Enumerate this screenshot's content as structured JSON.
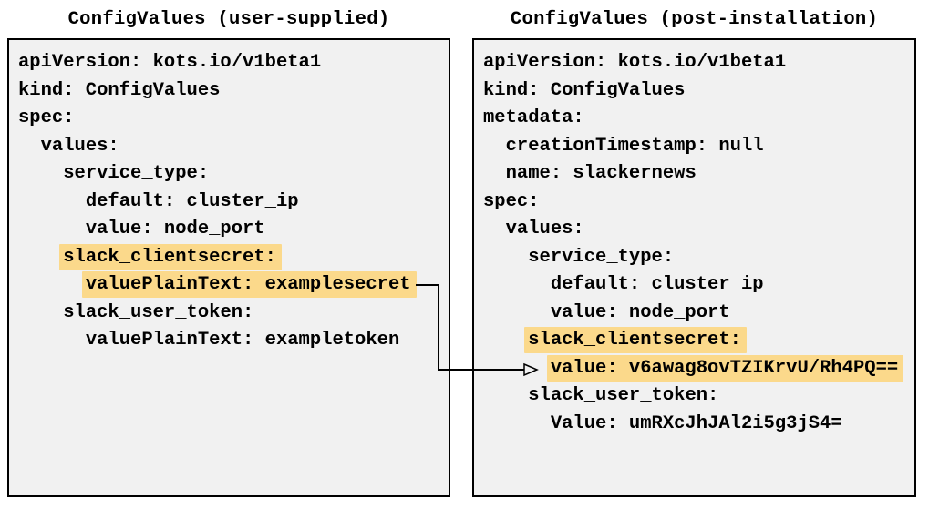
{
  "colors": {
    "highlight": "#fbd98b",
    "panel_background": "#f1f1f1",
    "panel_border": "#000000",
    "text": "#000000"
  },
  "left_panel": {
    "title": "ConfigValues (user-supplied)",
    "lines": [
      {
        "text": "apiVersion: kots.io/v1beta1",
        "highlight": false
      },
      {
        "text": "kind: ConfigValues",
        "highlight": false
      },
      {
        "text": "spec:",
        "highlight": false
      },
      {
        "text": "  values:",
        "highlight": false
      },
      {
        "text": "    service_type:",
        "highlight": false
      },
      {
        "text": "      default: cluster_ip",
        "highlight": false
      },
      {
        "text": "      value: node_port",
        "highlight": false
      },
      {
        "text": "    slack_clientsecret:",
        "highlight": true
      },
      {
        "text": "      valuePlainText: examplesecret",
        "highlight": true
      },
      {
        "text": "    slack_user_token:",
        "highlight": false
      },
      {
        "text": "      valuePlainText: exampletoken",
        "highlight": false
      }
    ]
  },
  "right_panel": {
    "title": "ConfigValues (post-installation)",
    "lines": [
      {
        "text": "apiVersion: kots.io/v1beta1",
        "highlight": false
      },
      {
        "text": "kind: ConfigValues",
        "highlight": false
      },
      {
        "text": "metadata:",
        "highlight": false
      },
      {
        "text": "  creationTimestamp: null",
        "highlight": false
      },
      {
        "text": "  name: slackernews",
        "highlight": false
      },
      {
        "text": "spec:",
        "highlight": false
      },
      {
        "text": "  values:",
        "highlight": false
      },
      {
        "text": "    service_type:",
        "highlight": false
      },
      {
        "text": "      default: cluster_ip",
        "highlight": false
      },
      {
        "text": "      value: node_port",
        "highlight": false
      },
      {
        "text": "    slack_clientsecret:",
        "highlight": true
      },
      {
        "text": "      value: v6awag8ovTZIKrvU/Rh4PQ==",
        "highlight": true
      },
      {
        "text": "    slack_user_token:",
        "highlight": false
      },
      {
        "text": "      Value: umRXcJhJAl2i5g3jS4=",
        "highlight": false
      }
    ]
  },
  "arrow": {
    "meaning": "maps user-supplied plaintext secret to encrypted installed value"
  }
}
